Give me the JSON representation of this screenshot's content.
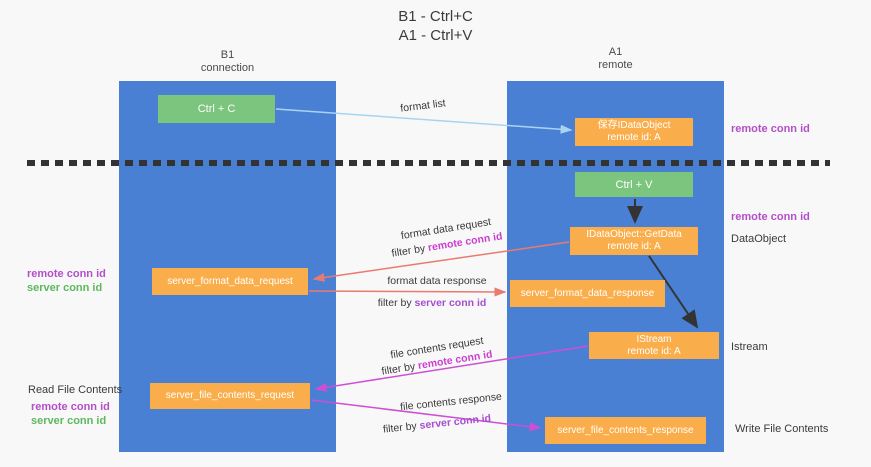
{
  "title": {
    "line1": "B1 - Ctrl+C",
    "line2": "A1 - Ctrl+V"
  },
  "lifelines": {
    "left": {
      "name": "B1",
      "role": "connection"
    },
    "right": {
      "name": "A1",
      "role": "remote"
    }
  },
  "boxes": {
    "ctrl_c": {
      "label": "Ctrl + C"
    },
    "save_idataobject": {
      "line1": "保存IDataObject",
      "line2": "remote id: A"
    },
    "ctrl_v": {
      "label": "Ctrl + V"
    },
    "getdata": {
      "line1": "IDataObject::GetData",
      "line2": "remote id: A"
    },
    "server_format_data_request": {
      "label": "server_format_data_request"
    },
    "server_format_data_response": {
      "label": "server_format_data_response"
    },
    "istream": {
      "line1": "IStream",
      "line2": "remote id: A"
    },
    "server_file_contents_request": {
      "label": "server_file_contents_request"
    },
    "server_file_contents_response": {
      "label": "server_file_contents_response"
    }
  },
  "right_labels": {
    "remote_conn_id_top": "remote conn id",
    "remote_conn_id_mid": "remote conn id",
    "dataobject": "DataObject",
    "istream": "Istream",
    "write_file_contents": "Write File Contents"
  },
  "left_labels": {
    "remote_conn_id_format": "remote conn id",
    "server_conn_id_format": "server conn id",
    "read_file_contents": "Read File Contents",
    "remote_conn_id_file": "remote conn id",
    "server_conn_id_file": "server conn id"
  },
  "flow_labels": {
    "format_list": "format list",
    "format_data_request": "format data request",
    "format_data_response": "format data response",
    "file_contents_request": "file contents request",
    "file_contents_response": "file contents response",
    "filter_by": "filter by ",
    "remote_conn_id": "remote conn id",
    "server_conn_id": "server conn id"
  },
  "colors": {
    "column_blue": "#4a80d4",
    "box_orange": "#f9ae4b",
    "box_green": "#7cc57e",
    "arrow_blue": "#a8d4f2",
    "arrow_red": "#e97a70",
    "arrow_magenta": "#cc4fd4",
    "arrow_black": "#333333",
    "label_magenta": "#cc3fd1",
    "label_purple": "#b44fc8",
    "label_green": "#5cb85c"
  }
}
